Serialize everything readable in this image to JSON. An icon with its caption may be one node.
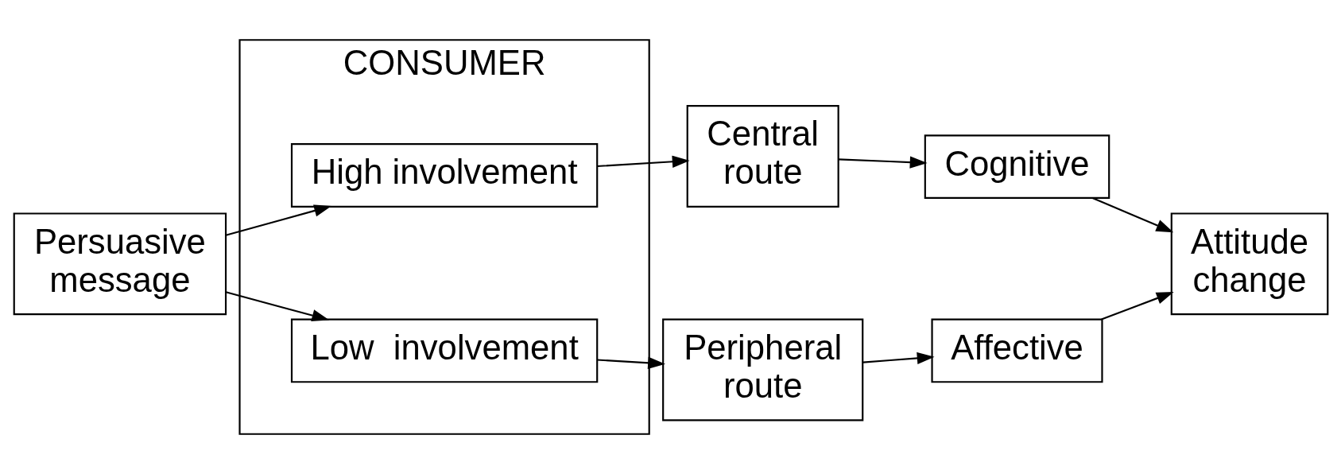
{
  "diagram": {
    "nodes": [
      {
        "text": [
          "Persuasive message"
        ]
      },
      {
        "text": [
          "CONSUMER"
        ]
      },
      {
        "text": [
          "High involvement"
        ],
        "in": 1
      },
      {
        "text": [
          "Low  involvement"
        ],
        "in": 1
      },
      {
        "text": [
          "Central route"
        ]
      },
      {
        "text": [
          "Peripheral route"
        ]
      },
      {
        "text": [
          "Cognitive"
        ]
      },
      {
        "text": [
          "Affective"
        ]
      },
      {
        "text": [
          "Attitude change"
        ]
      }
    ],
    "edges": [
      {
        "from": 0,
        "to": 2,
        "arrow": "to"
      },
      {
        "from": 0,
        "to": 3,
        "arrow": "to"
      },
      {
        "from": 2,
        "to": 4,
        "arrow": "to"
      },
      {
        "from": 3,
        "to": 5,
        "arrow": "to"
      },
      {
        "from": 4,
        "to": 6,
        "arrow": "to"
      },
      {
        "from": 5,
        "to": 7,
        "arrow": "to"
      },
      {
        "from": 6,
        "to": 8,
        "arrow": "to"
      },
      {
        "from": 7,
        "to": 8,
        "arrow": "to"
      }
    ]
  }
}
